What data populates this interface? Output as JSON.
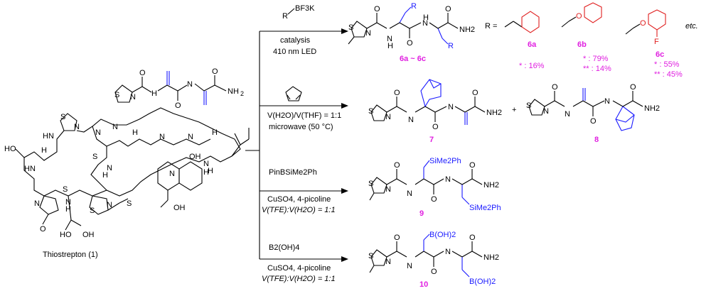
{
  "thiostrepton": {
    "name": "Thiostrepton (1)",
    "labels": {
      "ho1": "HO",
      "h1": "H",
      "s_ring1": "S",
      "n1": "N",
      "nh_list": [
        "HN",
        "N",
        "H",
        "N",
        "H"
      ],
      "oh": "OH",
      "nh2": "NH",
      "s_ring2": "S",
      "s_ring3": "S",
      "s_ring4": "S",
      "s_ring5": "S",
      "s_thio": "S",
      "n_quin": "N",
      "h_quin": "H",
      "oh_q": "OH",
      "oh_low1": "HO",
      "oh_low2": "OH",
      "oh_side": "OH",
      "h_side": "H"
    }
  },
  "branches": [
    {
      "reagent": "BF3K",
      "reagent_prefix": "R",
      "cond1": "catalysis",
      "cond2": "410 nm  LED",
      "product_label": "6a ~ 6c",
      "r_def": "R =",
      "r_items": [
        {
          "label": "6a",
          "yields": [
            "* : 16%"
          ]
        },
        {
          "label": "6b",
          "yields": [
            "* : 79%",
            "** : 14%"
          ]
        },
        {
          "label": "6c",
          "yields": [
            "* : 55%",
            "** : 45%"
          ],
          "sub": "F"
        }
      ],
      "etc": "etc."
    },
    {
      "cond1": "V(H2O)/V(THF) = 1:1",
      "cond2": "microwave (50 °C)",
      "product_labels": [
        "7",
        "8"
      ],
      "plus": "+"
    },
    {
      "reagent": "PinBSiMe2Ph",
      "cond1": "CuSO4, 4-picoline",
      "cond2": "V(TFE):V(H2O) = 1:1",
      "product_label": "9",
      "group": "SiMe2Ph"
    },
    {
      "reagent": "B2(OH)4",
      "cond1": "CuSO4, 4-picoline",
      "cond2": "V(TFE):V(H2O) = 1:1",
      "product_label": "10",
      "group": "B(OH)2"
    }
  ],
  "common": {
    "nh2": "NH2",
    "n": "N",
    "s": "S",
    "h": "H",
    "o": "O",
    "r": "R"
  },
  "colors": {
    "magenta": "#e020e0",
    "blue": "#1a1aff",
    "red": "#e02020"
  }
}
